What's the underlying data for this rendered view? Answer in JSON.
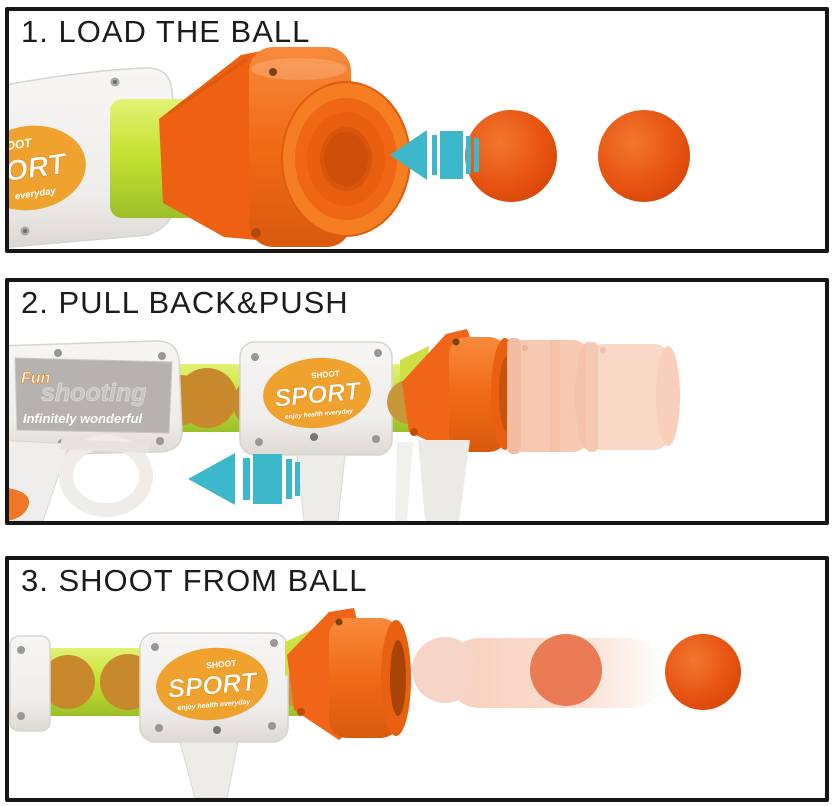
{
  "steps": [
    {
      "title": "1. LOAD THE BALL"
    },
    {
      "title": "2. PULL BACK&PUSH"
    },
    {
      "title": "3. SHOOT FROM BALL"
    }
  ],
  "branding": {
    "logo_top": "SHOOT",
    "logo_main": "SPORT",
    "logo_tagline": "enjoy health everyday",
    "body_brand_fun": "Fun",
    "body_brand_shooting": "shooting",
    "body_slogan": "Infinitely wonderful",
    "fragments": {
      "top": "OOT",
      "main": "ORT",
      "tagline": "everyday"
    }
  },
  "colors": {
    "panel_border": "#161616",
    "arrow_cyan": "#3db8cb",
    "ball_orange": "#e5500e",
    "muzzle_orange": "#f3731e",
    "tube_green": "#c9e43c",
    "logo_orange": "#f0a22e",
    "plastic_white": "#f3f1ef",
    "ghost_peach": "#f7c9b2"
  }
}
